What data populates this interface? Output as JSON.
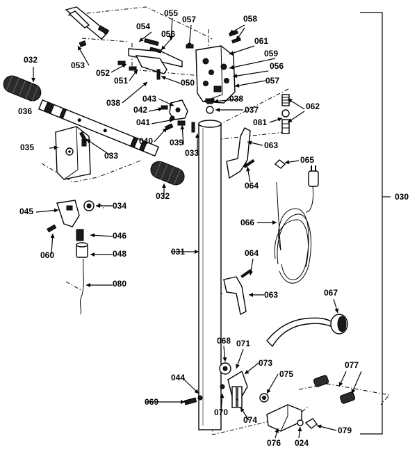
{
  "callouts": [
    {
      "id": "p055",
      "text": "055"
    },
    {
      "id": "p057a",
      "text": "057"
    },
    {
      "id": "p058",
      "text": "058"
    },
    {
      "id": "p054",
      "text": "054"
    },
    {
      "id": "p056a",
      "text": "056"
    },
    {
      "id": "p061",
      "text": "061"
    },
    {
      "id": "p032a",
      "text": "032"
    },
    {
      "id": "p059",
      "text": "059"
    },
    {
      "id": "p053",
      "text": "053"
    },
    {
      "id": "p056b",
      "text": "056"
    },
    {
      "id": "p052",
      "text": "052"
    },
    {
      "id": "p057b",
      "text": "057"
    },
    {
      "id": "p051",
      "text": "051"
    },
    {
      "id": "p050",
      "text": "050"
    },
    {
      "id": "p038a",
      "text": "038"
    },
    {
      "id": "p038b",
      "text": "038"
    },
    {
      "id": "p043",
      "text": "043"
    },
    {
      "id": "p062",
      "text": "062"
    },
    {
      "id": "p036",
      "text": "036"
    },
    {
      "id": "p042",
      "text": "042"
    },
    {
      "id": "p037",
      "text": "037"
    },
    {
      "id": "p081",
      "text": "081"
    },
    {
      "id": "p041",
      "text": "041"
    },
    {
      "id": "p040",
      "text": "040"
    },
    {
      "id": "p039",
      "text": "039"
    },
    {
      "id": "p035",
      "text": "035"
    },
    {
      "id": "p033a",
      "text": "033"
    },
    {
      "id": "p033b",
      "text": "033"
    },
    {
      "id": "p063a",
      "text": "063"
    },
    {
      "id": "p065",
      "text": "065"
    },
    {
      "id": "p064a",
      "text": "064"
    },
    {
      "id": "p032b",
      "text": "032"
    },
    {
      "id": "p030",
      "text": "030"
    },
    {
      "id": "p034",
      "text": "034"
    },
    {
      "id": "p045",
      "text": "045"
    },
    {
      "id": "p066",
      "text": "066"
    },
    {
      "id": "p046",
      "text": "046"
    },
    {
      "id": "p060",
      "text": "060"
    },
    {
      "id": "p031",
      "text": "031"
    },
    {
      "id": "p048",
      "text": "048"
    },
    {
      "id": "p064b",
      "text": "064"
    },
    {
      "id": "p080",
      "text": "080"
    },
    {
      "id": "p063b",
      "text": "063"
    },
    {
      "id": "p067",
      "text": "067"
    },
    {
      "id": "p068",
      "text": "068"
    },
    {
      "id": "p071",
      "text": "071"
    },
    {
      "id": "p073",
      "text": "073"
    },
    {
      "id": "p077",
      "text": "077"
    },
    {
      "id": "p044",
      "text": "044"
    },
    {
      "id": "p075",
      "text": "075"
    },
    {
      "id": "p069",
      "text": "069"
    },
    {
      "id": "p070",
      "text": "070"
    },
    {
      "id": "p074",
      "text": "074"
    },
    {
      "id": "p079",
      "text": "079"
    },
    {
      "id": "p076",
      "text": "076"
    },
    {
      "id": "p024",
      "text": "024"
    }
  ]
}
